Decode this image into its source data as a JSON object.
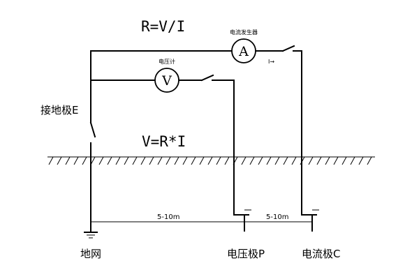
{
  "formulas": {
    "resistance": "R=V/I",
    "voltage": "V=R*I"
  },
  "meters": {
    "current_generator_label": "电流发生器",
    "current_symbol": "A",
    "voltmeter_label": "电压计",
    "voltage_symbol": "V"
  },
  "current_arrow_label": "I→",
  "electrodes": {
    "ground_electrode": "接地极E",
    "ground_grid": "地网",
    "potential_electrode": "电压极P",
    "current_electrode": "电流极C"
  },
  "distances": {
    "e_to_p": "5-10m",
    "p_to_c": "5-10m"
  }
}
